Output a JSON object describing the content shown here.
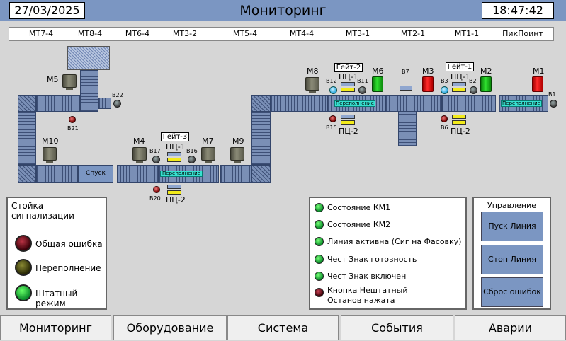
{
  "header": {
    "date": "27/03/2025",
    "title": "Мониторинг",
    "time": "18:47:42"
  },
  "sections": [
    "MT7-4",
    "MT8-4",
    "MT6-4",
    "MT3-2",
    "MT5-4",
    "MT4-4",
    "MT3-1",
    "MT2-1",
    "MT1-1",
    "ПикПоинт"
  ],
  "motors": {
    "m1": "M1",
    "m2": "M2",
    "m3": "M3",
    "m4": "M4",
    "m5": "M5",
    "m6": "M6",
    "m7": "M7",
    "m8": "M8",
    "m9": "M9",
    "m10": "M10"
  },
  "sensors": {
    "b1": "B1",
    "b2": "B2",
    "b3": "B3",
    "b6": "B6",
    "b7": "B7",
    "b11": "B11",
    "b12": "B12",
    "b15": "B15",
    "b16": "B16",
    "b17": "B17",
    "b20": "B20",
    "b21": "B21",
    "b22": "B22"
  },
  "gates": {
    "g1": "Гейт-1",
    "g2": "Гейт-2",
    "g3": "Гейт-3"
  },
  "pc": {
    "pc1": "ПЦ-1",
    "pc2": "ПЦ-2"
  },
  "overflow": "Переполнение",
  "descent": "Спуск",
  "alarm_stand": {
    "title": "Стойка сигнализации",
    "items": [
      {
        "label": "Общая ошибка",
        "color": "#3a0008"
      },
      {
        "label": "Переполнение",
        "color": "#2a2a05"
      },
      {
        "label": "Штатный режим",
        "color": "#0a8a2a"
      }
    ]
  },
  "status": {
    "items": [
      {
        "label": "Состояние КМ1",
        "state": "on"
      },
      {
        "label": "Состояние КМ2",
        "state": "on"
      },
      {
        "label": "Линия активна (Сиг на Фасовку)",
        "state": "on"
      },
      {
        "label": "Чест Знак готовность",
        "state": "on"
      },
      {
        "label": "Чест Знак включен",
        "state": "on"
      },
      {
        "label": "Кнопка Нештатный Останов нажата",
        "state": "off"
      }
    ]
  },
  "control": {
    "title": "Управление",
    "start": "Пуск Линия",
    "stop": "Стоп Линия",
    "reset": "Сброс ошибок"
  },
  "nav": [
    "Мониторинг",
    "Оборудование",
    "Система",
    "События",
    "Аварии"
  ],
  "colors": {
    "header": "#7b96c2",
    "conveyor": "#7a8fb6",
    "overflow": "#37e0d0"
  }
}
